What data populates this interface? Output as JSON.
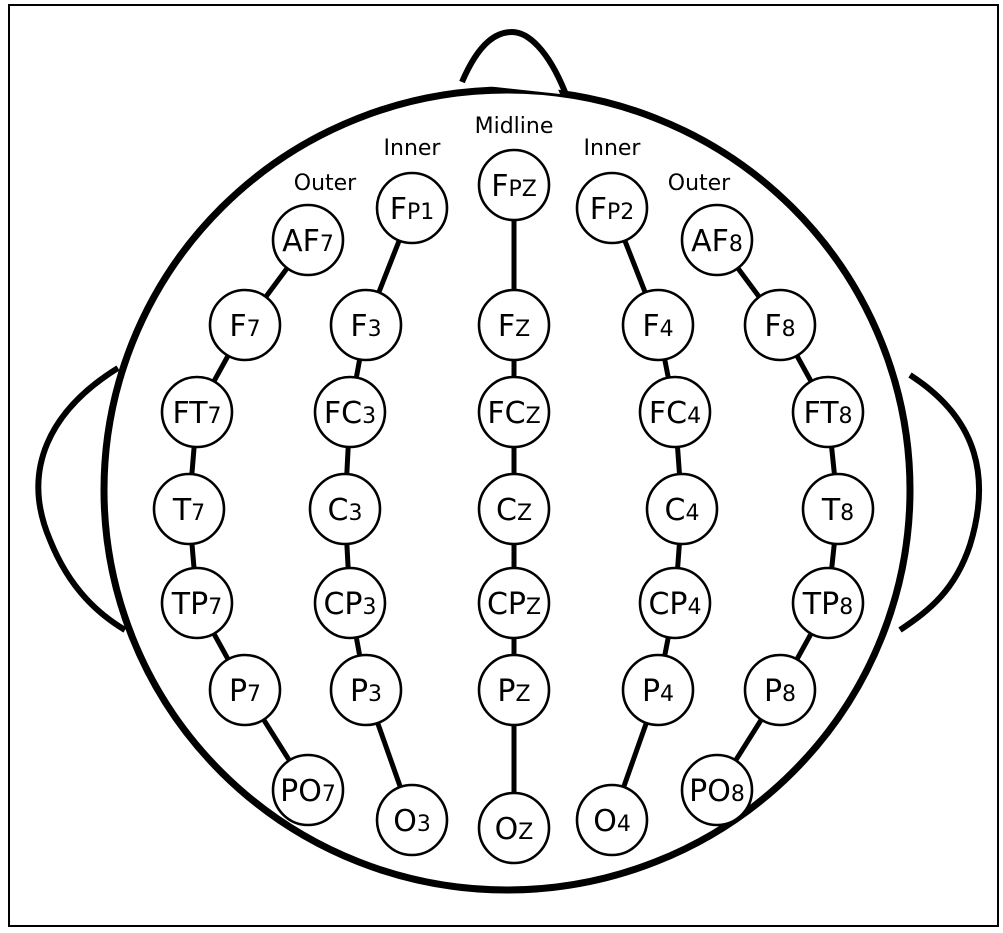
{
  "groups": {
    "outer_left": "Outer",
    "inner_left": "Inner",
    "midline": "Midline",
    "inner_right": "Inner",
    "outer_right": "Outer"
  },
  "columns": [
    {
      "id": "outer-left",
      "electrodes": [
        [
          "AF",
          "7"
        ],
        [
          "F",
          "7"
        ],
        [
          "FT",
          "7"
        ],
        [
          "T",
          "7"
        ],
        [
          "TP",
          "7"
        ],
        [
          "P",
          "7"
        ],
        [
          "PO",
          "7"
        ]
      ]
    },
    {
      "id": "inner-left",
      "electrodes": [
        [
          "F",
          "P1"
        ],
        [
          "F",
          "3"
        ],
        [
          "FC",
          "3"
        ],
        [
          "C",
          "3"
        ],
        [
          "CP",
          "3"
        ],
        [
          "P",
          "3"
        ],
        [
          "O",
          "3"
        ]
      ]
    },
    {
      "id": "midline",
      "electrodes": [
        [
          "F",
          "PZ"
        ],
        [
          "F",
          "Z"
        ],
        [
          "FC",
          "Z"
        ],
        [
          "C",
          "Z"
        ],
        [
          "CP",
          "Z"
        ],
        [
          "P",
          "Z"
        ],
        [
          "O",
          "Z"
        ]
      ]
    },
    {
      "id": "inner-right",
      "electrodes": [
        [
          "F",
          "P2"
        ],
        [
          "F",
          "4"
        ],
        [
          "FC",
          "4"
        ],
        [
          "C",
          "4"
        ],
        [
          "CP",
          "4"
        ],
        [
          "P",
          "4"
        ],
        [
          "O",
          "4"
        ]
      ]
    },
    {
      "id": "outer-right",
      "electrodes": [
        [
          "AF",
          "8"
        ],
        [
          "F",
          "8"
        ],
        [
          "FT",
          "8"
        ],
        [
          "T",
          "8"
        ],
        [
          "TP",
          "8"
        ],
        [
          "P",
          "8"
        ],
        [
          "PO",
          "8"
        ]
      ]
    }
  ]
}
